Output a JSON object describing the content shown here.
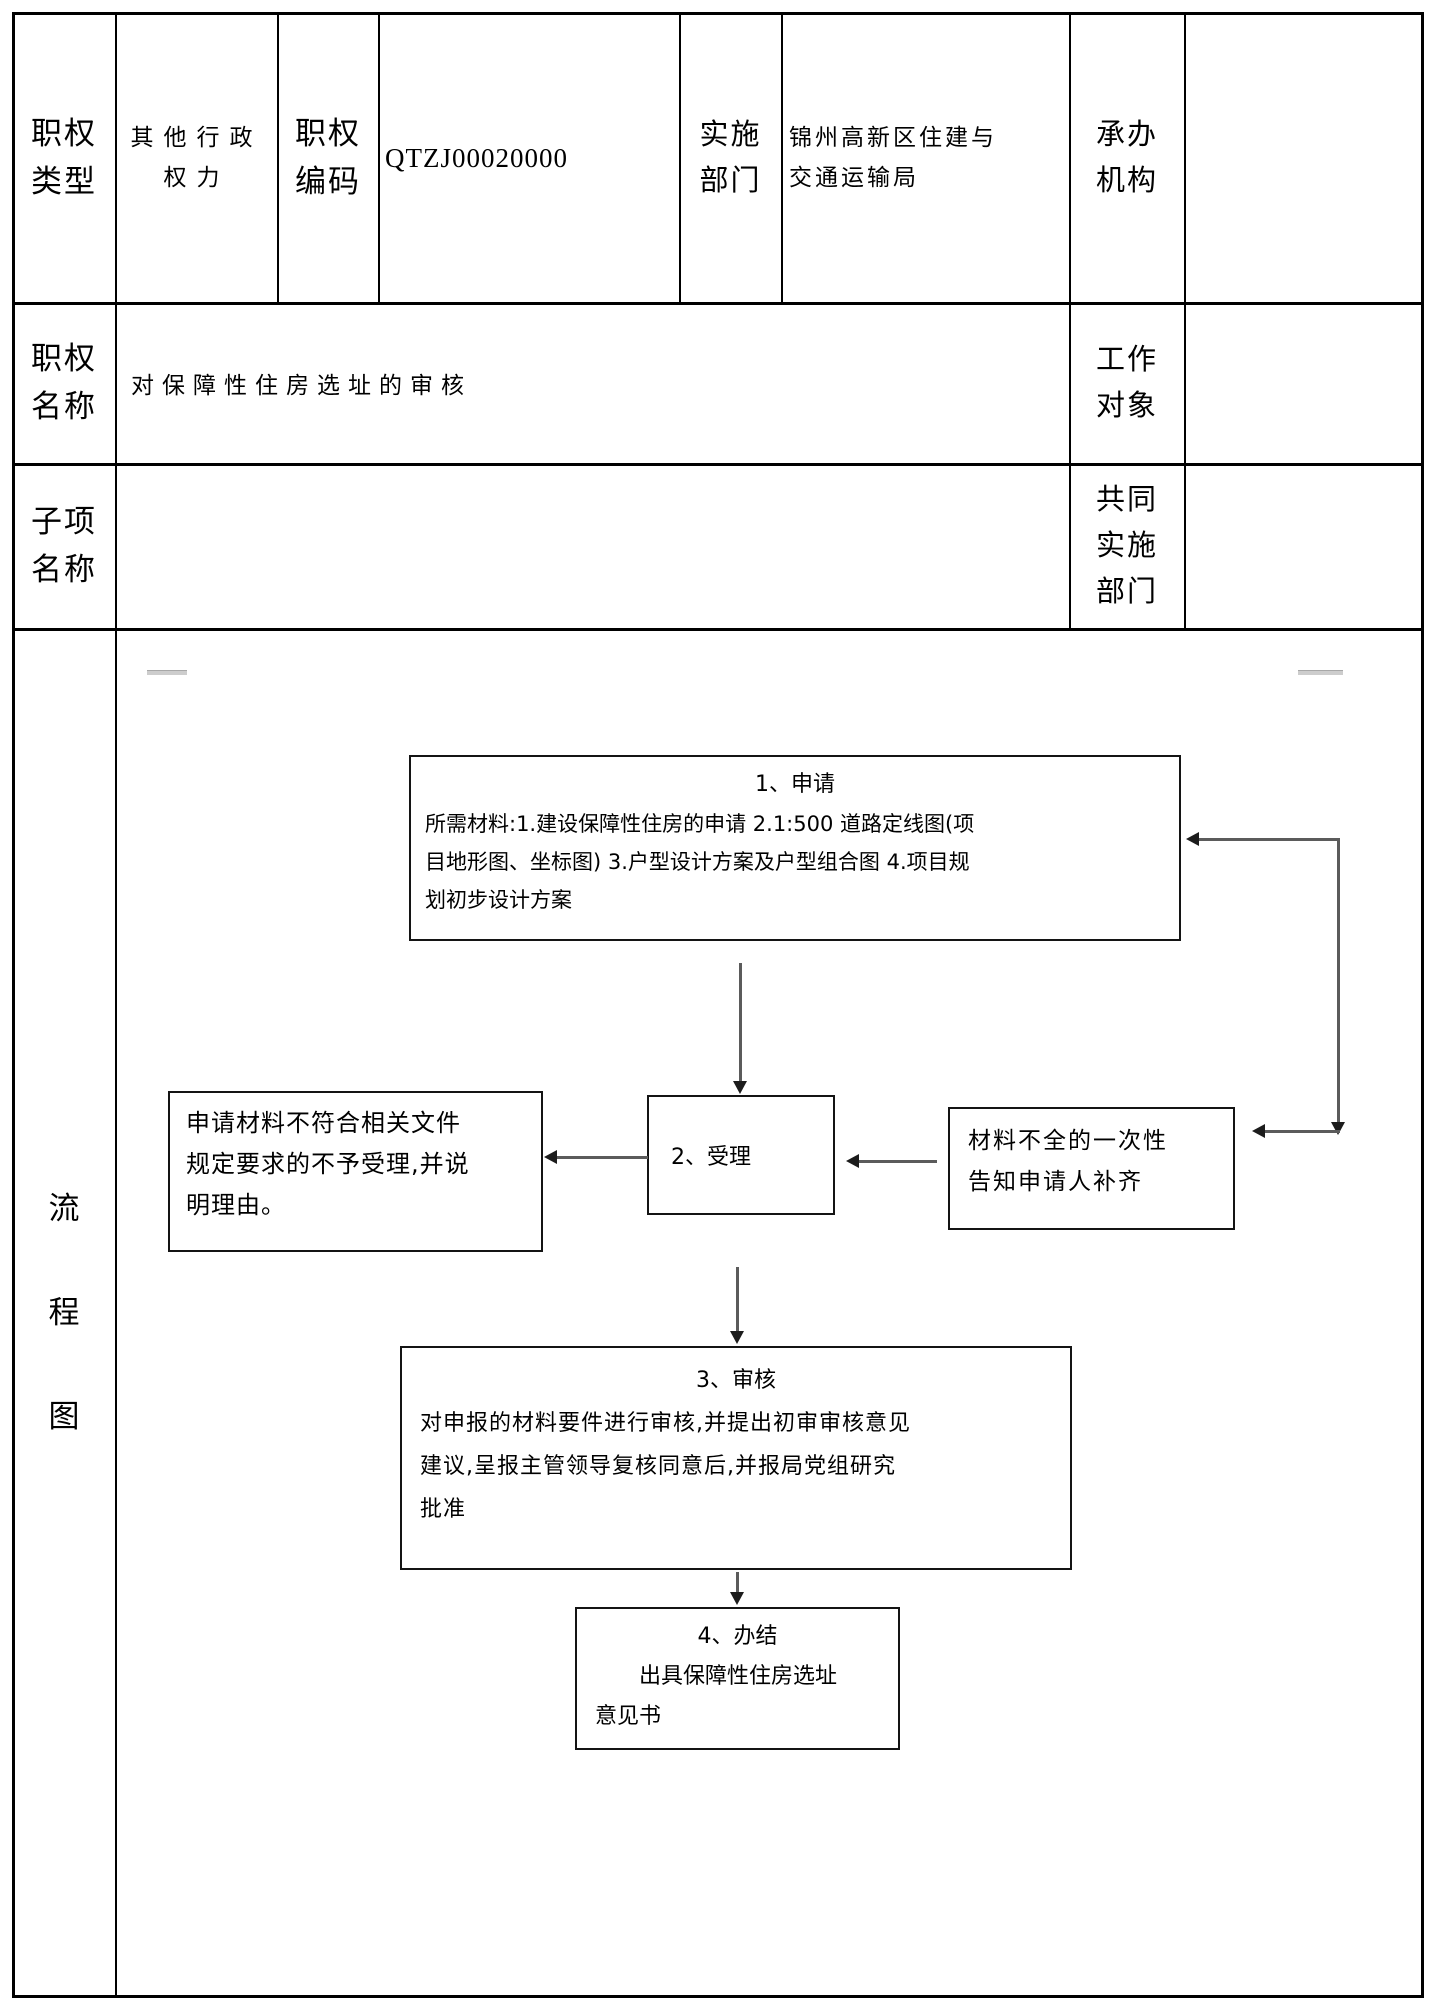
{
  "table": {
    "row1": {
      "label_type": "职权类型",
      "value_type": "其他行政权力",
      "label_code": "职权编码",
      "value_code": "QTZJ00020000",
      "label_dept": "实施部门",
      "value_dept": "锦州高新区住建与交通运输局",
      "label_agency": "承办机构",
      "value_agency": ""
    },
    "row2": {
      "label_name": "职权名称",
      "value_name": "对保障性住房选址的审核",
      "label_target": "工作对象",
      "value_target": ""
    },
    "row3": {
      "label_sub": "子项名称",
      "value_sub": "",
      "label_joint": "共同实施部门",
      "value_joint": ""
    },
    "row4": {
      "label_flow": "流程图"
    }
  },
  "flowchart": {
    "step1": {
      "title": "1、申请",
      "body": "所需材料:1.建设保障性住房的申请 2.1:500 道路定线图(项\n目地形图、坐标图) 3.户型设计方案及户型组合图 4.项目规\n划初步设计方案"
    },
    "step2": {
      "title": "2、受理"
    },
    "reject_note": {
      "body": "申请材料不符合相关文件\n规定要求的不予受理,并说\n明理由。"
    },
    "supplement_note": {
      "body": "材料不全的一次性\n告知申请人补齐"
    },
    "step3": {
      "title": "3、审核",
      "body": "对申报的材料要件进行审核,并提出初审审核意见\n建议,呈报主管领导复核同意后,并报局党组研究\n批准"
    },
    "step4": {
      "title": "4、办结",
      "body": "出具保障性住房选址\n意见书"
    }
  }
}
